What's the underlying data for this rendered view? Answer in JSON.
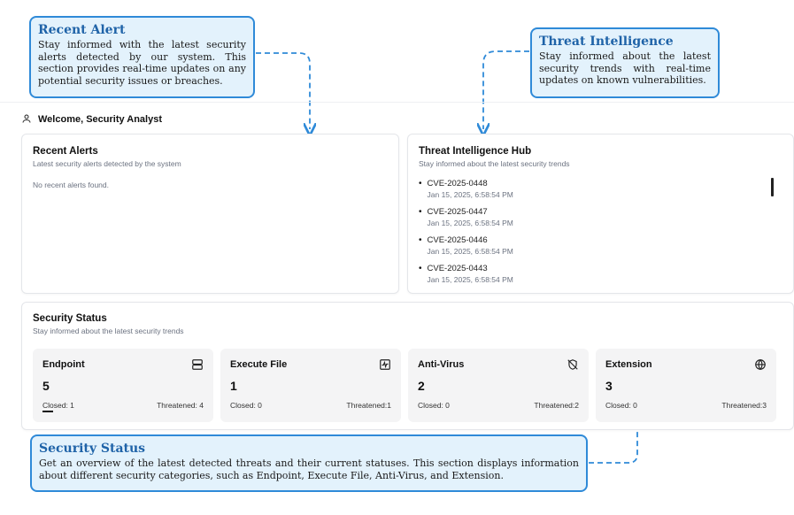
{
  "callouts": {
    "alert": {
      "title": "Recent Alert",
      "body": "Stay informed with the latest security alerts detected by our system. This section provides real-time updates on any potential security issues or breaches."
    },
    "threat": {
      "title": "Threat Intelligence",
      "body": "Stay informed about the latest security trends with real-time updates on known vulnerabilities."
    },
    "status": {
      "title": "Security Status",
      "body": "Get an overview of the latest detected threats and their current statuses. This section displays information about different security categories, such as Endpoint, Execute File, Anti-Virus, and Extension."
    }
  },
  "header": {
    "welcome": "Welcome, Security Analyst",
    "icon": "user-icon"
  },
  "recent_alerts": {
    "title": "Recent Alerts",
    "subtitle": "Latest security alerts detected by the system",
    "empty_text": "No recent alerts found."
  },
  "threat_hub": {
    "title": "Threat Intelligence Hub",
    "subtitle": "Stay informed about the latest security trends",
    "items": [
      {
        "id": "CVE-2025-0448",
        "time": "Jan 15, 2025, 6:58:54 PM"
      },
      {
        "id": "CVE-2025-0447",
        "time": "Jan 15, 2025, 6:58:54 PM"
      },
      {
        "id": "CVE-2025-0446",
        "time": "Jan 15, 2025, 6:58:54 PM"
      },
      {
        "id": "CVE-2025-0443",
        "time": "Jan 15, 2025, 6:58:54 PM"
      }
    ]
  },
  "security_status": {
    "title": "Security Status",
    "subtitle": "Stay informed about the latest security trends",
    "tiles": [
      {
        "name": "Endpoint",
        "count": "5",
        "closed": "Closed: 1",
        "threatened": "Threatened: 4",
        "icon": "server-icon"
      },
      {
        "name": "Execute File",
        "count": "1",
        "closed": "Closed: 0",
        "threatened": "Threatened:1",
        "icon": "activity-file-icon"
      },
      {
        "name": "Anti-Virus",
        "count": "2",
        "closed": "Closed: 0",
        "threatened": "Threatened:2",
        "icon": "shield-off-icon"
      },
      {
        "name": "Extension",
        "count": "3",
        "closed": "Closed: 0",
        "threatened": "Threatened:3",
        "icon": "globe-icon"
      }
    ]
  },
  "colors": {
    "callout_border": "#2f8ad8",
    "callout_bg": "#e3f2fc",
    "callout_title": "#1f63a8",
    "tile_bg": "#f4f4f5"
  }
}
